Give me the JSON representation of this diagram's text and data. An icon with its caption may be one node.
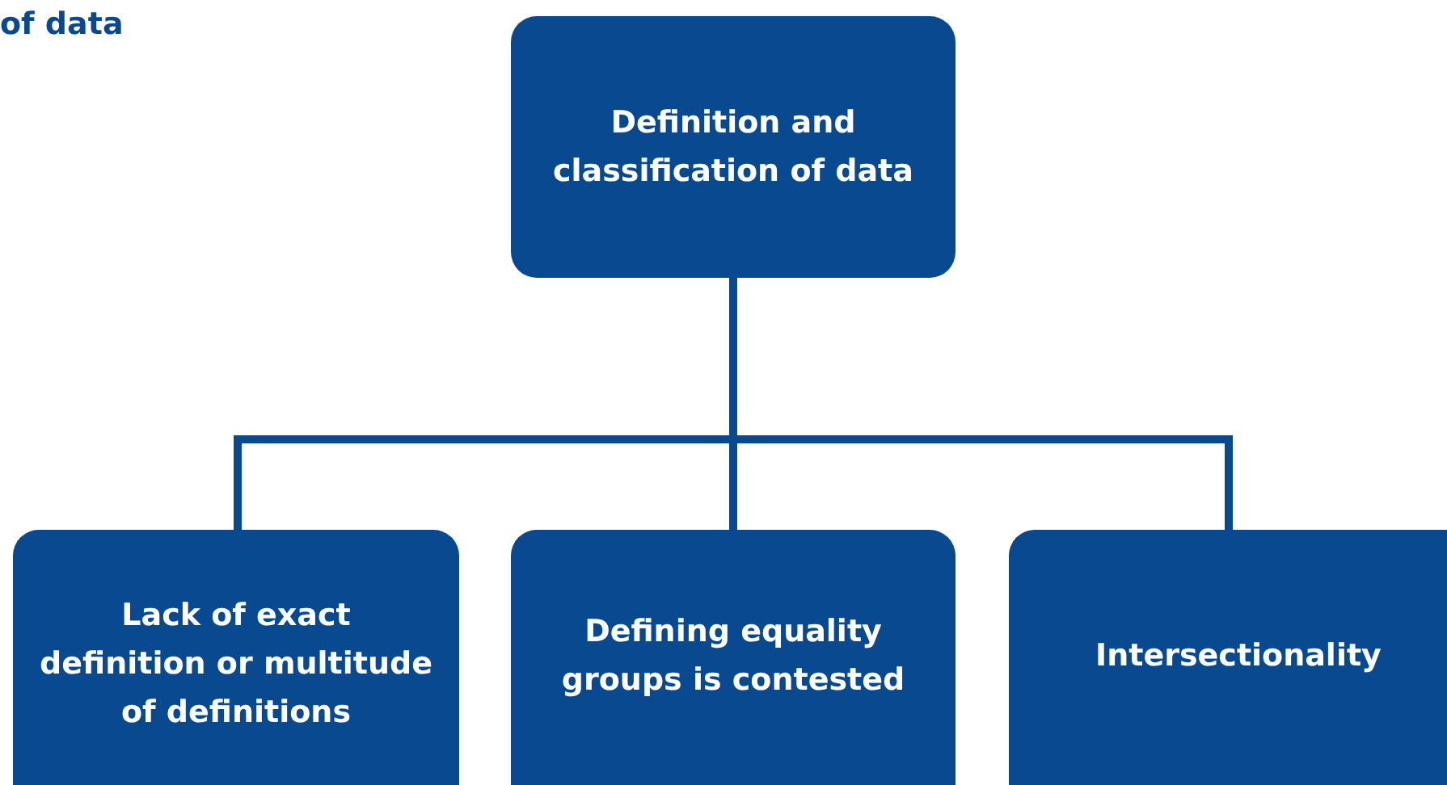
{
  "diagram": {
    "title": "of data",
    "nodes": [
      {
        "text": [
          "Definition and classification of data"
        ]
      },
      {
        "text": [
          "Lack of exact definition or multitude of definitions"
        ]
      },
      {
        "text": [
          "Defining equality groups is contested"
        ]
      },
      {
        "text": [
          "Intersectionality"
        ]
      }
    ],
    "edges": [
      {
        "from": 0,
        "to": 1,
        "arrow": "none"
      },
      {
        "from": 0,
        "to": 2,
        "arrow": "none"
      },
      {
        "from": 0,
        "to": 3,
        "arrow": "none"
      }
    ]
  }
}
